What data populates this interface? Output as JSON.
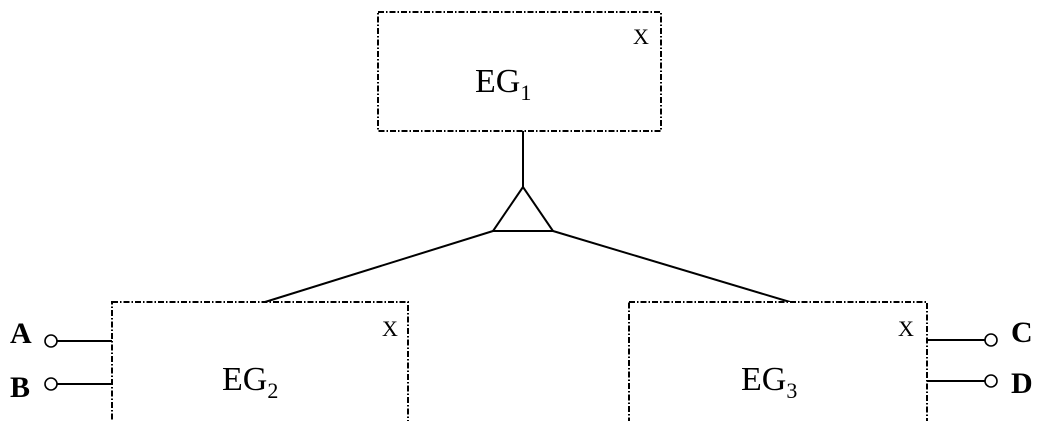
{
  "nodes": {
    "eg1": {
      "base": "EG",
      "sub": "1",
      "corner": "X"
    },
    "eg2": {
      "base": "EG",
      "sub": "2",
      "corner": "X"
    },
    "eg3": {
      "base": "EG",
      "sub": "3",
      "corner": "X"
    }
  },
  "ports": {
    "a": "A",
    "b": "B",
    "c": "C",
    "d": "D"
  },
  "colors": {
    "stroke": "#000000",
    "background": "#ffffff"
  },
  "symbols": {
    "junction": "triangle-gate"
  }
}
